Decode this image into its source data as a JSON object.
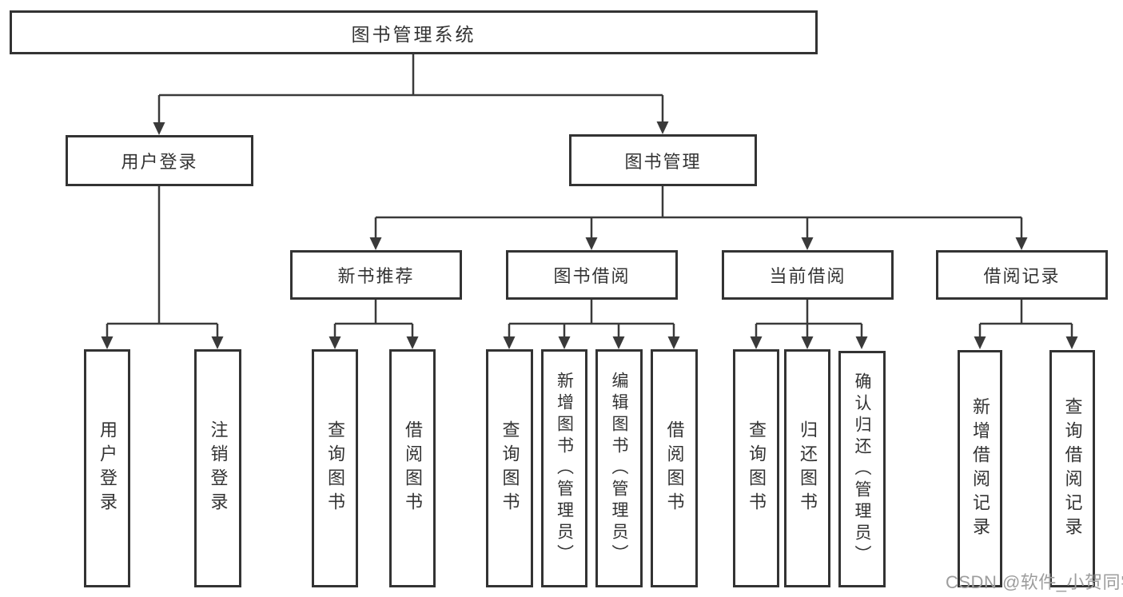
{
  "colors": {
    "line": "#3a3a3a",
    "box_border": "#333333",
    "text": "#333333",
    "box_background": "#ffffff",
    "page_background": "#ffffff",
    "watermark": "#9d9d9d"
  },
  "watermark": {
    "text": "CSDN @软件_小贺同学"
  },
  "tree": {
    "root": {
      "label": "图书管理系统"
    },
    "branches": [
      {
        "label": "用户登录",
        "children": [
          {
            "label": "用户登录"
          },
          {
            "label": "注销登录"
          }
        ]
      },
      {
        "label": "图书管理",
        "children": [
          {
            "label": "新书推荐",
            "children": [
              {
                "label": "查询图书"
              },
              {
                "label": "借阅图书"
              }
            ]
          },
          {
            "label": "图书借阅",
            "children": [
              {
                "label": "查询图书"
              },
              {
                "label": "新增图书（管理员）"
              },
              {
                "label": "编辑图书（管理员）"
              },
              {
                "label": "借阅图书"
              }
            ]
          },
          {
            "label": "当前借阅",
            "children": [
              {
                "label": "查询图书"
              },
              {
                "label": "归还图书"
              },
              {
                "label": "确认归还（管理员）"
              }
            ]
          },
          {
            "label": "借阅记录",
            "children": [
              {
                "label": "新增借阅记录"
              },
              {
                "label": "查询借阅记录"
              }
            ]
          }
        ]
      }
    ]
  }
}
